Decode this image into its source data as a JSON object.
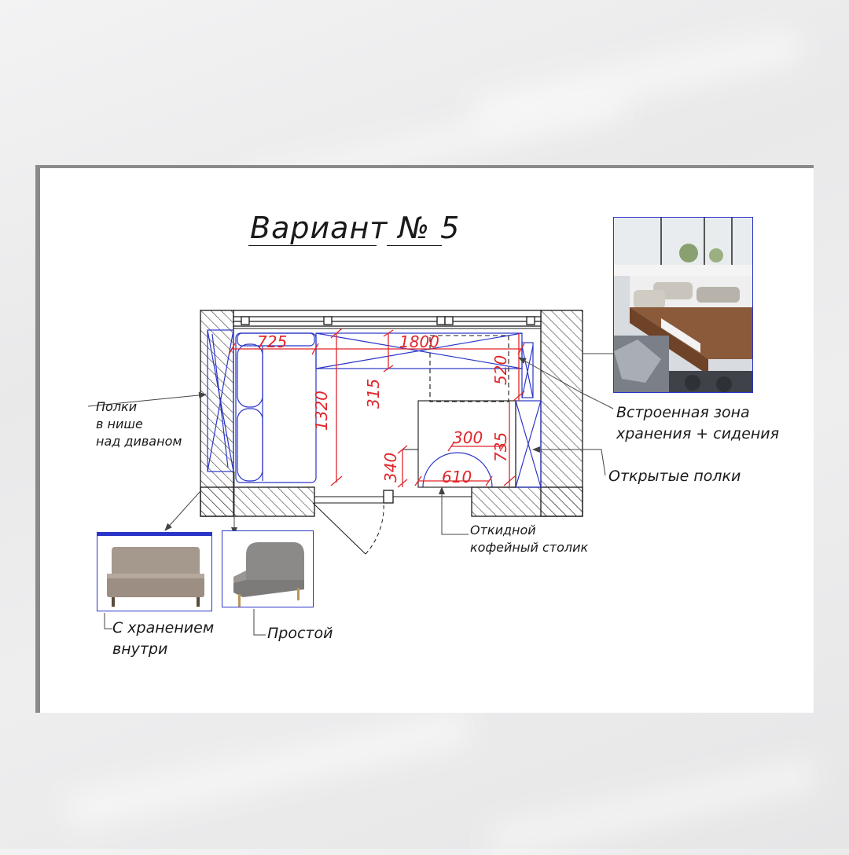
{
  "title": "Вариант № 5",
  "labels": {
    "shelves_niche": "Полки\nв нише\nнад диваном",
    "storage_seating": "Встроенная зона\nхранения + сидения",
    "open_shelves": "Открытые полки",
    "coffee_table": "Откидной\nкофейный столик",
    "sofa_storage": "С хранением\nвнутри",
    "sofa_simple": "Простой"
  },
  "dimensions": {
    "d725": "725",
    "d1800": "1800",
    "d1320": "1320",
    "d315": "315",
    "d520": "520",
    "d300": "300",
    "d735": "735",
    "d340": "340",
    "d610": "610"
  },
  "colors": {
    "dimension": "#e0262a",
    "furniture": "#2a35c8",
    "wall": "#1a1a1a"
  }
}
